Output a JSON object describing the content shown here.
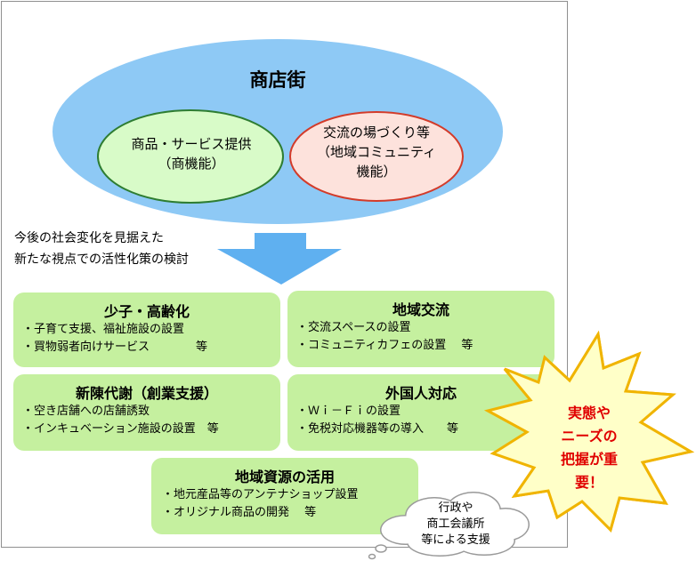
{
  "shopping_street": {
    "title": "商店街",
    "functions": [
      {
        "lines": [
          "商品・サービス提供",
          "（商機能）"
        ],
        "fill": "#d8fbc8",
        "stroke": "#2e7d32"
      },
      {
        "lines": [
          "交流の場づくり等",
          "（地域コミュニティ",
          "機能）"
        ],
        "fill": "#fde2dc",
        "stroke": "#d33b2a"
      }
    ],
    "ellipse_color": "#8ec9f5"
  },
  "intro": [
    "今後の社会変化を見据えた",
    "新たな視点での活性化策の検討"
  ],
  "arrow_color": "#5fb0f0",
  "themes": [
    {
      "title": "少子・高齢化",
      "items": [
        "・子育て支援、福祉施設の設置",
        "・買物弱者向けサービス　　　　等"
      ]
    },
    {
      "title": "地域交流",
      "items": [
        "・交流スペースの設置",
        "・コミュニティカフェの設置　 等"
      ]
    },
    {
      "title": "新陳代謝（創業支援）",
      "items": [
        "・空き店舗への店舗誘致",
        "・インキュベーション施設の設置　等"
      ]
    },
    {
      "title": "外国人対応",
      "items": [
        "・Ｗｉ－Ｆｉの設置",
        "・免税対応機器等の導入　　等"
      ]
    },
    {
      "title": "地域資源の活用",
      "items": [
        "・地元産品等のアンテナショップ設置",
        "・オリジナル商品の開発　 等"
      ]
    }
  ],
  "box_color": "#c5f09f",
  "burst": {
    "lines": [
      "実態や",
      "ニーズの",
      "把握が重",
      "要！"
    ],
    "fill": "#ffffc8",
    "stroke": "#f0b400"
  },
  "cloud": {
    "lines": [
      "行政や",
      "商工会議所",
      "等による支援"
    ]
  }
}
